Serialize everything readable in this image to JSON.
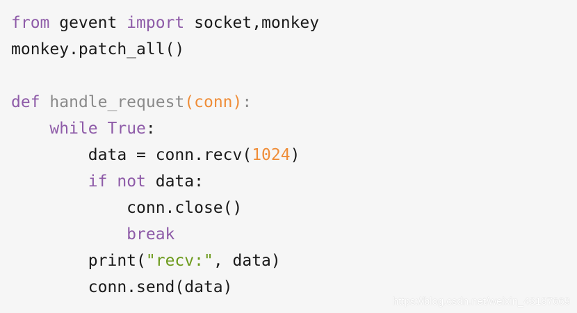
{
  "code": {
    "line1": {
      "kw_from": "from",
      "mod": " gevent ",
      "kw_import": "import",
      "names": " socket,monkey"
    },
    "line2": {
      "text": "monkey.patch_all()"
    },
    "line4": {
      "kw_def": "def",
      "space": " ",
      "fn_name": "handle_request",
      "params": "(conn)",
      "colon": ":"
    },
    "line5": {
      "indent": "    ",
      "kw_while": "while",
      "space": " ",
      "kw_true": "True",
      "colon": ":"
    },
    "line6": {
      "indent": "        ",
      "text": "data = conn.recv(",
      "num": "1024",
      "close": ")"
    },
    "line7": {
      "indent": "        ",
      "kw_if": "if",
      "space1": " ",
      "kw_not": "not",
      "rest": " data:"
    },
    "line8": {
      "indent": "            ",
      "text": "conn.close()"
    },
    "line9": {
      "indent": "            ",
      "kw_break": "break"
    },
    "line10": {
      "indent": "        ",
      "func": "print(",
      "str": "\"recv:\"",
      "rest": ", data)"
    },
    "line11": {
      "indent": "        ",
      "text": "conn.send(data)"
    }
  },
  "watermark": "https://blog.csdn.net/weixin_43187669",
  "colors": {
    "background": "#f6f6f6",
    "keyword": "#8e5ba8",
    "function_name": "#8a8a8a",
    "number": "#ef8d38",
    "string": "#6c9a1c",
    "text": "#1a1a1a"
  }
}
